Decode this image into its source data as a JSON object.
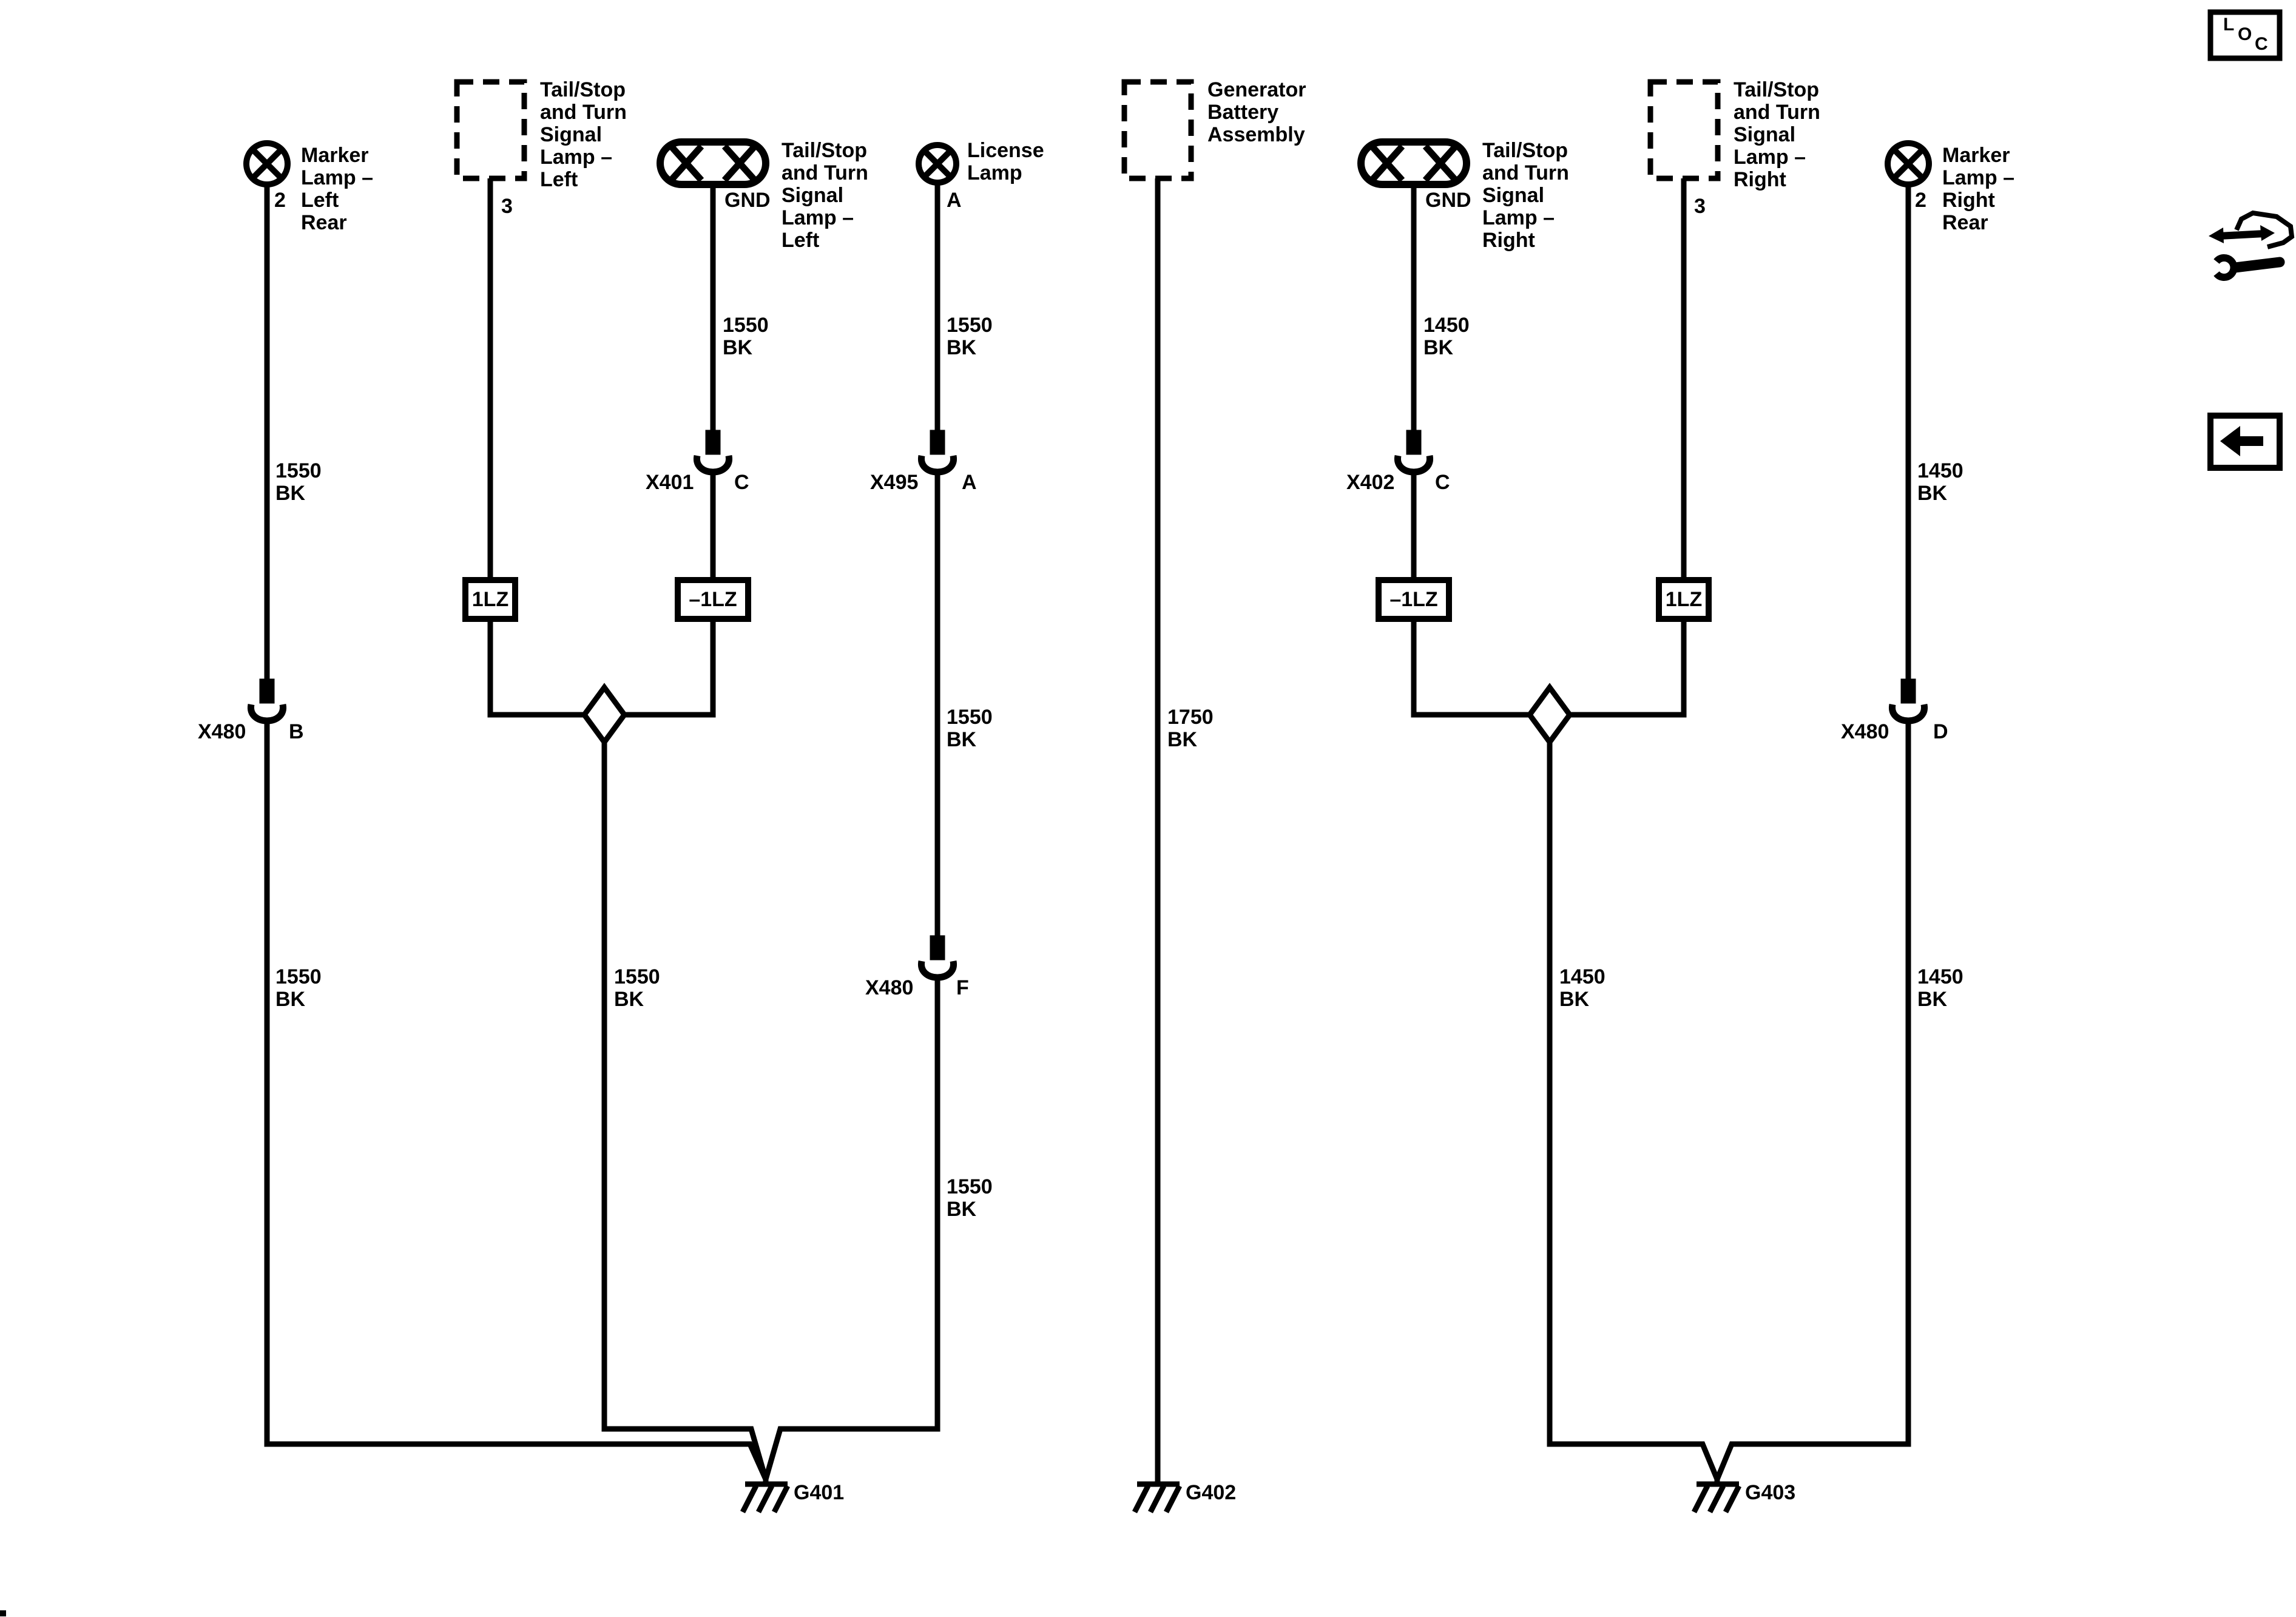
{
  "colors": {
    "ink": "#000000",
    "paper": "#ffffff"
  },
  "components": {
    "marker_left": {
      "label": "Marker\nLamp –\nLeft\nRear",
      "pin": "2"
    },
    "tail_left_housing": {
      "label": "Tail/Stop\nand Turn\nSignal\nLamp –\nLeft",
      "pin": "3"
    },
    "tail_left": {
      "label": "Tail/Stop\nand Turn\nSignal\nLamp –\nLeft",
      "pin": "GND"
    },
    "license": {
      "label": "License\nLamp",
      "pin": "A"
    },
    "generator": {
      "label": "Generator\nBattery\nAssembly"
    },
    "tail_right": {
      "label": "Tail/Stop\nand Turn\nSignal\nLamp –\nRight",
      "pin": "GND"
    },
    "tail_right_housing": {
      "label": "Tail/Stop\nand Turn\nSignal\nLamp –\nRight",
      "pin": "3"
    },
    "marker_right": {
      "label": "Marker\nLamp –\nRight\nRear",
      "pin": "2"
    }
  },
  "connectors": {
    "x401": {
      "name": "X401",
      "pin": "C"
    },
    "x495": {
      "name": "X495",
      "pin": "A"
    },
    "x402": {
      "name": "X402",
      "pin": "C"
    },
    "x480_b": {
      "name": "X480",
      "pin": "B"
    },
    "x480_f": {
      "name": "X480",
      "pin": "F"
    },
    "x480_d": {
      "name": "X480",
      "pin": "D"
    }
  },
  "wire_labels": {
    "marker_left_upper": "1550\nBK",
    "marker_left_lower": "1550\nBK",
    "tail_left_upper": "1550\nBK",
    "license_upper": "1550\nBK",
    "license_mid": "1550\nBK",
    "license_lower": "1550\nBK",
    "splice_left": "1550\nBK",
    "generator_mid": "1750\nBK",
    "tail_right_upper": "1450\nBK",
    "splice_right": "1450\nBK",
    "marker_right_upper": "1450\nBK",
    "marker_right_lower": "1450\nBK"
  },
  "harness_codes": {
    "left_outer": "1LZ",
    "left_inner": "–1LZ",
    "right_inner": "–1LZ",
    "right_outer": "1LZ"
  },
  "grounds": {
    "g401": "G401",
    "g402": "G402",
    "g403": "G403"
  },
  "nav_icons": {
    "loc_l": "L",
    "loc_o": "O",
    "loc_c": "C"
  }
}
